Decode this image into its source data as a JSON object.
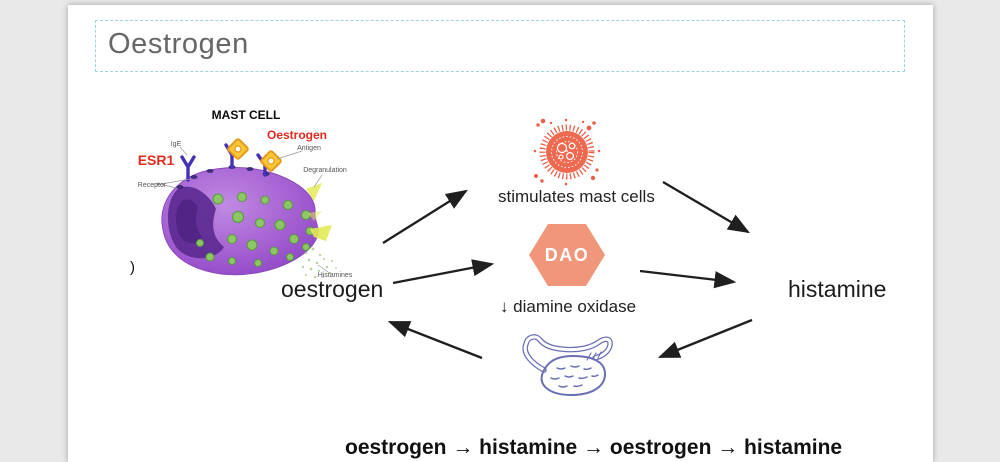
{
  "slide": {
    "title": "Oestrogen"
  },
  "colors": {
    "dashed_border": "#9ed3da",
    "title_text": "#666666",
    "mast_cell_icon": "#e8614b",
    "dao_hexagon": "#f0977b",
    "gut_outline": "#6a6fb5",
    "arrow": "#1f1f1f",
    "cell_purple": "#a560d2",
    "granule_green": "#8cc763"
  },
  "illustration": {
    "heading": "MAST CELL",
    "oestrogen_label": "Oestrogen",
    "esr1_label": "ESR1",
    "ige_label": "IgE",
    "antigen_label": "Antigen",
    "receptor_label": "Receptor",
    "degranulation_label": "Degranulation",
    "histamines_label": "Histamines",
    "paren": ")"
  },
  "diagram": {
    "oestrogen_node": "oestrogen",
    "histamine_node": "histamine",
    "mast_cell_caption": "stimulates mast cells",
    "dao_badge": "DAO",
    "dao_caption": "↓ diamine oxidase"
  },
  "footer": {
    "chain": "oestrogen → histamine → oestrogen → histamine"
  }
}
